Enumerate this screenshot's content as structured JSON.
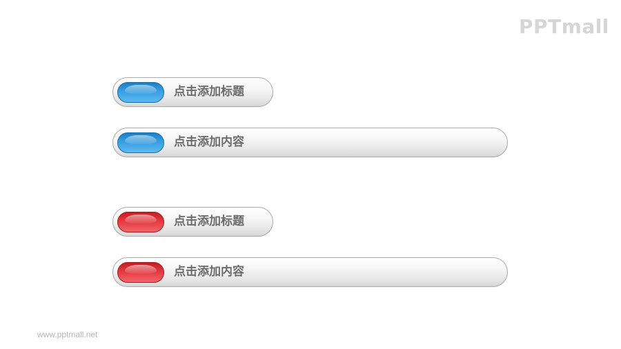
{
  "logo": {
    "text": "PPTmall"
  },
  "footer": {
    "url_text": "www.pptmall.net"
  },
  "groups": [
    {
      "color": "#3a9ee2",
      "title": "点击添加标题",
      "content": "点击添加内容"
    },
    {
      "color": "#e3393f",
      "title": "点击添加标题",
      "content": "点击添加内容"
    }
  ]
}
